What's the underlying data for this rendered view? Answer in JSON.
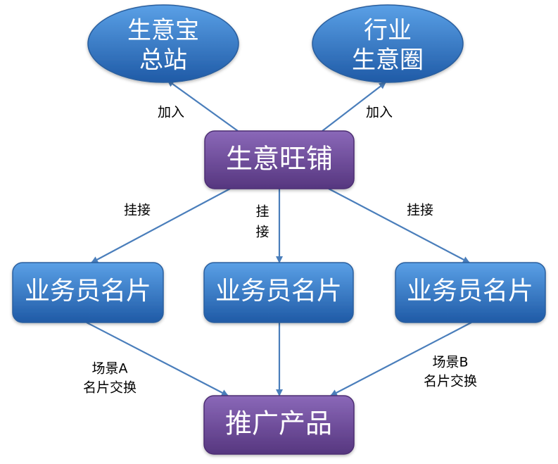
{
  "colors": {
    "blue_light": "#5aa0e6",
    "blue_dark": "#1f5aa6",
    "purple_light": "#8a68b8",
    "purple_dark": "#56367f",
    "edge": "#4a7ebb"
  },
  "nodes": {
    "shengyibao": {
      "line1": "生意宝",
      "line2": "总站"
    },
    "hangye": {
      "line1": "行业",
      "line2": "生意圈"
    },
    "wangpu": {
      "label": "生意旺铺"
    },
    "card_left": {
      "label": "业务员名片"
    },
    "card_mid": {
      "label": "业务员名片"
    },
    "card_right": {
      "label": "业务员名片"
    },
    "product": {
      "label": "推广产品"
    }
  },
  "edge_labels": {
    "join_left": "加入",
    "join_right": "加入",
    "mount_left": "挂接",
    "mount_mid_1": "挂",
    "mount_mid_2": "接",
    "mount_right": "挂接",
    "scene_a_1": "场景A",
    "scene_a_2": "名片交换",
    "scene_b_1": "场景B",
    "scene_b_2": "名片交换"
  }
}
